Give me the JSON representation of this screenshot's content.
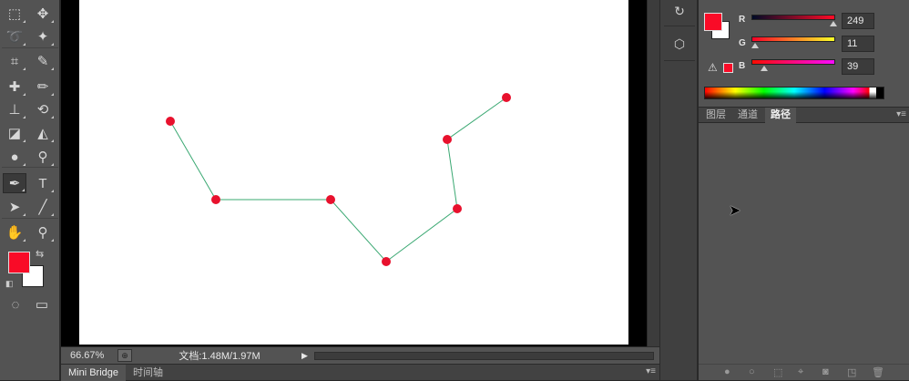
{
  "toolbar": {
    "tools": [
      {
        "name": "marquee-tool-icon",
        "glyph": "⬚",
        "col": 0,
        "row": 0
      },
      {
        "name": "move-tool-icon",
        "glyph": "✥",
        "col": 1,
        "row": 0
      },
      {
        "name": "lasso-tool-icon",
        "glyph": "➰",
        "col": 0,
        "row": 1
      },
      {
        "name": "magic-wand-tool-icon",
        "glyph": "✦",
        "col": 1,
        "row": 1
      },
      {
        "name": "crop-tool-icon",
        "glyph": "⌗",
        "col": 0,
        "row": 2
      },
      {
        "name": "eyedropper-tool-icon",
        "glyph": "✎",
        "col": 1,
        "row": 2
      },
      {
        "name": "healing-brush-tool-icon",
        "glyph": "✚",
        "col": 0,
        "row": 3
      },
      {
        "name": "brush-tool-icon",
        "glyph": "✏",
        "col": 1,
        "row": 3
      },
      {
        "name": "clone-stamp-tool-icon",
        "glyph": "⊥",
        "col": 0,
        "row": 4
      },
      {
        "name": "history-brush-tool-icon",
        "glyph": "⟲",
        "col": 1,
        "row": 4
      },
      {
        "name": "eraser-tool-icon",
        "glyph": "◪",
        "col": 0,
        "row": 5
      },
      {
        "name": "paint-bucket-tool-icon",
        "glyph": "◭",
        "col": 1,
        "row": 5
      },
      {
        "name": "blur-tool-icon",
        "glyph": "●",
        "col": 0,
        "row": 6
      },
      {
        "name": "dodge-tool-icon",
        "glyph": "⚲",
        "col": 1,
        "row": 6
      },
      {
        "name": "pen-tool-icon",
        "glyph": "✒",
        "col": 0,
        "row": 7,
        "active": true
      },
      {
        "name": "type-tool-icon",
        "glyph": "T",
        "col": 1,
        "row": 7
      },
      {
        "name": "path-selection-tool-icon",
        "glyph": "➤",
        "col": 0,
        "row": 8
      },
      {
        "name": "line-tool-icon",
        "glyph": "╱",
        "col": 1,
        "row": 8
      },
      {
        "name": "hand-tool-icon",
        "glyph": "✋",
        "col": 0,
        "row": 9
      },
      {
        "name": "zoom-tool-icon",
        "glyph": "⚲",
        "col": 1,
        "row": 9
      }
    ],
    "foreground_color": "#f90b27",
    "background_color": "#ffffff"
  },
  "canvas": {
    "path_color": "#3aa872",
    "anchor_color": "#e8112d"
  },
  "status": {
    "zoom": "66.67%",
    "doc_info": "文档:1.48M/1.97M"
  },
  "bottom_tabs": [
    "Mini Bridge",
    "时间轴"
  ],
  "color_panel": {
    "channels": [
      {
        "label": "R",
        "value": "249",
        "level": 0.976
      },
      {
        "label": "G",
        "value": "11",
        "level": 0.043
      },
      {
        "label": "B",
        "value": "39",
        "level": 0.153
      }
    ]
  },
  "panel_tabs": [
    "图层",
    "通道",
    "路径"
  ],
  "active_panel_tab": "路径"
}
